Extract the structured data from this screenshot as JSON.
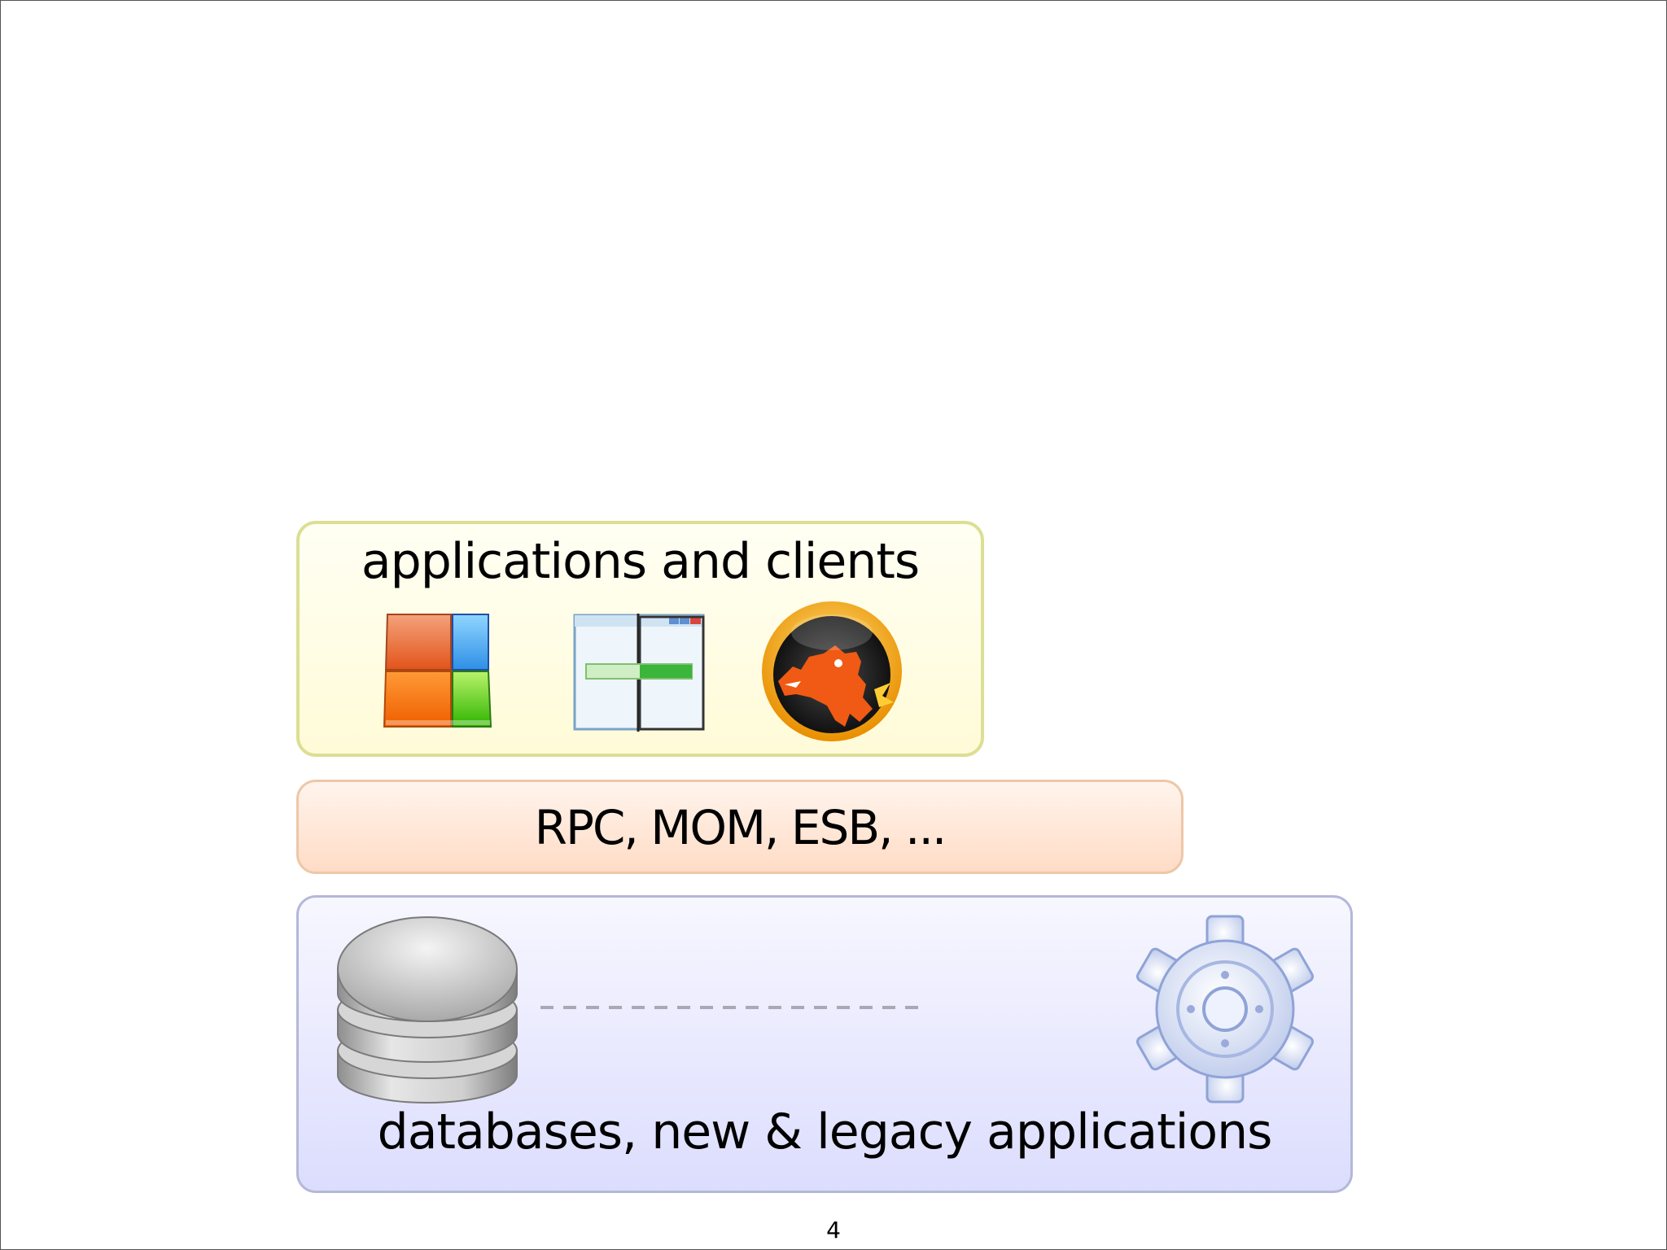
{
  "slide": {
    "page_number": "4"
  },
  "layers": {
    "apps": {
      "title": "applications and clients",
      "icons": [
        "windows-logo-icon",
        "application-window-icon",
        "mozilla-icon"
      ]
    },
    "middleware": {
      "title": "RPC, MOM, ESB, ..."
    },
    "backend": {
      "title": "databases, new & legacy applications",
      "icons": [
        "database-icon",
        "gear-icon"
      ]
    }
  },
  "colors": {
    "apps_border": "#dcdf94",
    "apps_fill": "#fffbd8",
    "middleware_border": "#edc7a8",
    "middleware_fill": "#ffdcc6",
    "backend_border": "#b4b8d8",
    "backend_fill": "#dcddfd"
  }
}
